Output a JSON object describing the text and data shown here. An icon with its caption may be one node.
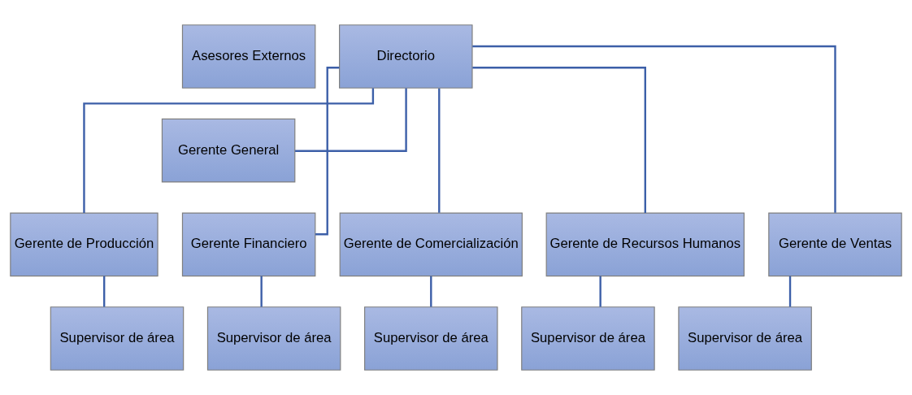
{
  "diagram": {
    "nodes": [
      {
        "text": [
          "Asesores Externos"
        ]
      },
      {
        "text": [
          "Directorio"
        ]
      },
      {
        "text": [
          "Gerente General"
        ]
      },
      {
        "text": [
          "Gerente de Producción"
        ]
      },
      {
        "text": [
          "Gerente Financiero"
        ]
      },
      {
        "text": [
          "Gerente de Comercialización"
        ]
      },
      {
        "text": [
          "Gerente de Recursos Humanos"
        ]
      },
      {
        "text": [
          "Gerente de Ventas"
        ]
      },
      {
        "text": [
          "Supervisor de área"
        ]
      },
      {
        "text": [
          "Supervisor de área"
        ]
      },
      {
        "text": [
          "Supervisor de área"
        ]
      },
      {
        "text": [
          "Supervisor de área"
        ]
      },
      {
        "text": [
          "Supervisor de área"
        ]
      }
    ],
    "edges": [
      {
        "from": 1,
        "to": 2,
        "arrow": "none"
      },
      {
        "from": 1,
        "to": 3,
        "arrow": "none"
      },
      {
        "from": 1,
        "to": 4,
        "arrow": "none"
      },
      {
        "from": 1,
        "to": 5,
        "arrow": "none"
      },
      {
        "from": 1,
        "to": 6,
        "arrow": "none"
      },
      {
        "from": 1,
        "to": 7,
        "arrow": "none"
      },
      {
        "from": 3,
        "to": 8,
        "arrow": "none"
      },
      {
        "from": 4,
        "to": 9,
        "arrow": "none"
      },
      {
        "from": 5,
        "to": 10,
        "arrow": "none"
      },
      {
        "from": 6,
        "to": 11,
        "arrow": "none"
      },
      {
        "from": 7,
        "to": 12,
        "arrow": "none"
      }
    ]
  }
}
